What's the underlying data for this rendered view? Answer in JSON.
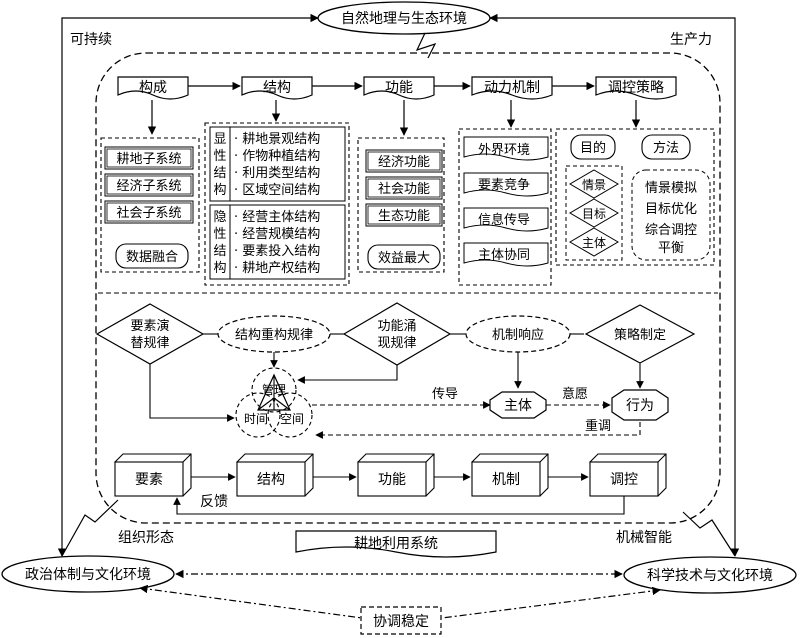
{
  "environment": {
    "natural": "自然地理与生态环境",
    "political": "政治体制与文化环境",
    "science": "科学技术与文化环境",
    "coordination": "协调稳定"
  },
  "edge_labels": {
    "sustainable": "可持续",
    "productivity": "生产力",
    "organization": "组织形态",
    "mechanical": "机械智能"
  },
  "headers": {
    "composition": "构成",
    "structure": "结构",
    "function": "功能",
    "dynamics": "动力机制",
    "regulation": "调控策略"
  },
  "composition": {
    "items": [
      "耕地子系统",
      "经济子系统",
      "社会子系统"
    ],
    "bottom": "数据融合"
  },
  "structure": {
    "explicit_label": [
      "显",
      "性",
      "结",
      "构"
    ],
    "explicit_items": [
      "· 耕地景观结构",
      "· 作物种植结构",
      "· 利用类型结构",
      "· 区域空间结构"
    ],
    "implicit_label": [
      "隐",
      "性",
      "结",
      "构"
    ],
    "implicit_items": [
      "· 经营主体结构",
      "· 经营规模结构",
      "· 要素投入结构",
      "· 耕地产权结构"
    ]
  },
  "function": {
    "items": [
      "经济功能",
      "社会功能",
      "生态功能"
    ],
    "bottom": "效益最大"
  },
  "dynamics": {
    "items": [
      "外界环境",
      "要素竞争",
      "信息传导",
      "主体协同"
    ]
  },
  "regulation": {
    "purpose": "目的",
    "method": "方法",
    "purpose_items": [
      "情景",
      "目标",
      "主体"
    ],
    "method_items": [
      "情景模拟",
      "目标优化",
      "综合调控",
      "平衡"
    ]
  },
  "laws": {
    "factor_succession": [
      "要素演",
      "替规律"
    ],
    "structure_restructure": "结构重构规律",
    "function_emergence": [
      "功能涌",
      "现规律"
    ],
    "mechanism_response": "机制响应",
    "strategy_making": "策略制定"
  },
  "venn": {
    "management": "管理",
    "time": "时间",
    "space": "空间"
  },
  "actors": {
    "subject": "主体",
    "behavior": "行为",
    "conduction": "传导",
    "willingness": "意愿",
    "readjust": "重调"
  },
  "flow": {
    "boxes": [
      "要素",
      "结构",
      "功能",
      "机制",
      "调控"
    ],
    "feedback": "反馈"
  },
  "system_title": "耕地利用系统"
}
